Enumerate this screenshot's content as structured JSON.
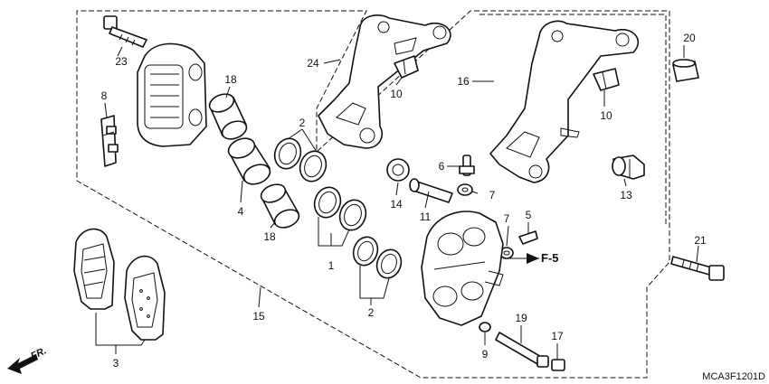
{
  "diagram_code": "MCA3F1201D",
  "front_marker": "FR.",
  "reference": "F-5",
  "callouts": {
    "c1": "1",
    "c2a": "2",
    "c2b": "2",
    "c3": "3",
    "c4": "4",
    "c5": "5",
    "c6": "6",
    "c7a": "7",
    "c7b": "7",
    "c8": "8",
    "c9": "9",
    "c10a": "10",
    "c10b": "10",
    "c11": "11",
    "c13": "13",
    "c14": "14",
    "c15": "15",
    "c16": "16",
    "c17": "17",
    "c18a": "18",
    "c18b": "18",
    "c19": "19",
    "c20": "20",
    "c21": "21",
    "c23": "23",
    "c24": "24"
  }
}
